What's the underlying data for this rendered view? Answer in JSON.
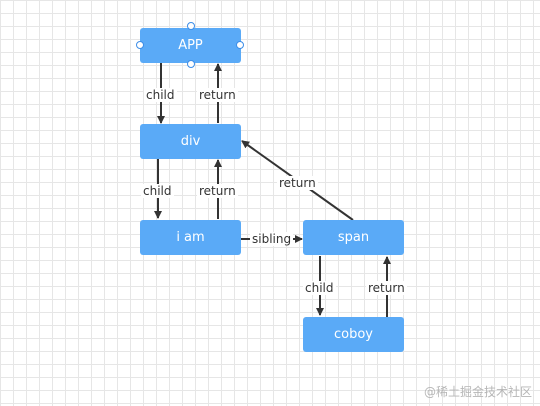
{
  "nodes": {
    "app": "APP",
    "div": "div",
    "iam": "i am",
    "span": "span",
    "coboy": "coboy"
  },
  "edges": {
    "app_div_child": "child",
    "div_app_return": "return",
    "div_iam_child": "child",
    "iam_div_return": "return",
    "span_div_return": "return",
    "iam_span_sibling": "sibling",
    "span_coboy_child": "child",
    "coboy_span_return": "return"
  },
  "colors": {
    "node_fill": "#5aaaf7",
    "node_text": "#ffffff",
    "arrow": "#333333",
    "grid": "#e6e6e6"
  },
  "watermark": "@稀土掘金技术社区"
}
